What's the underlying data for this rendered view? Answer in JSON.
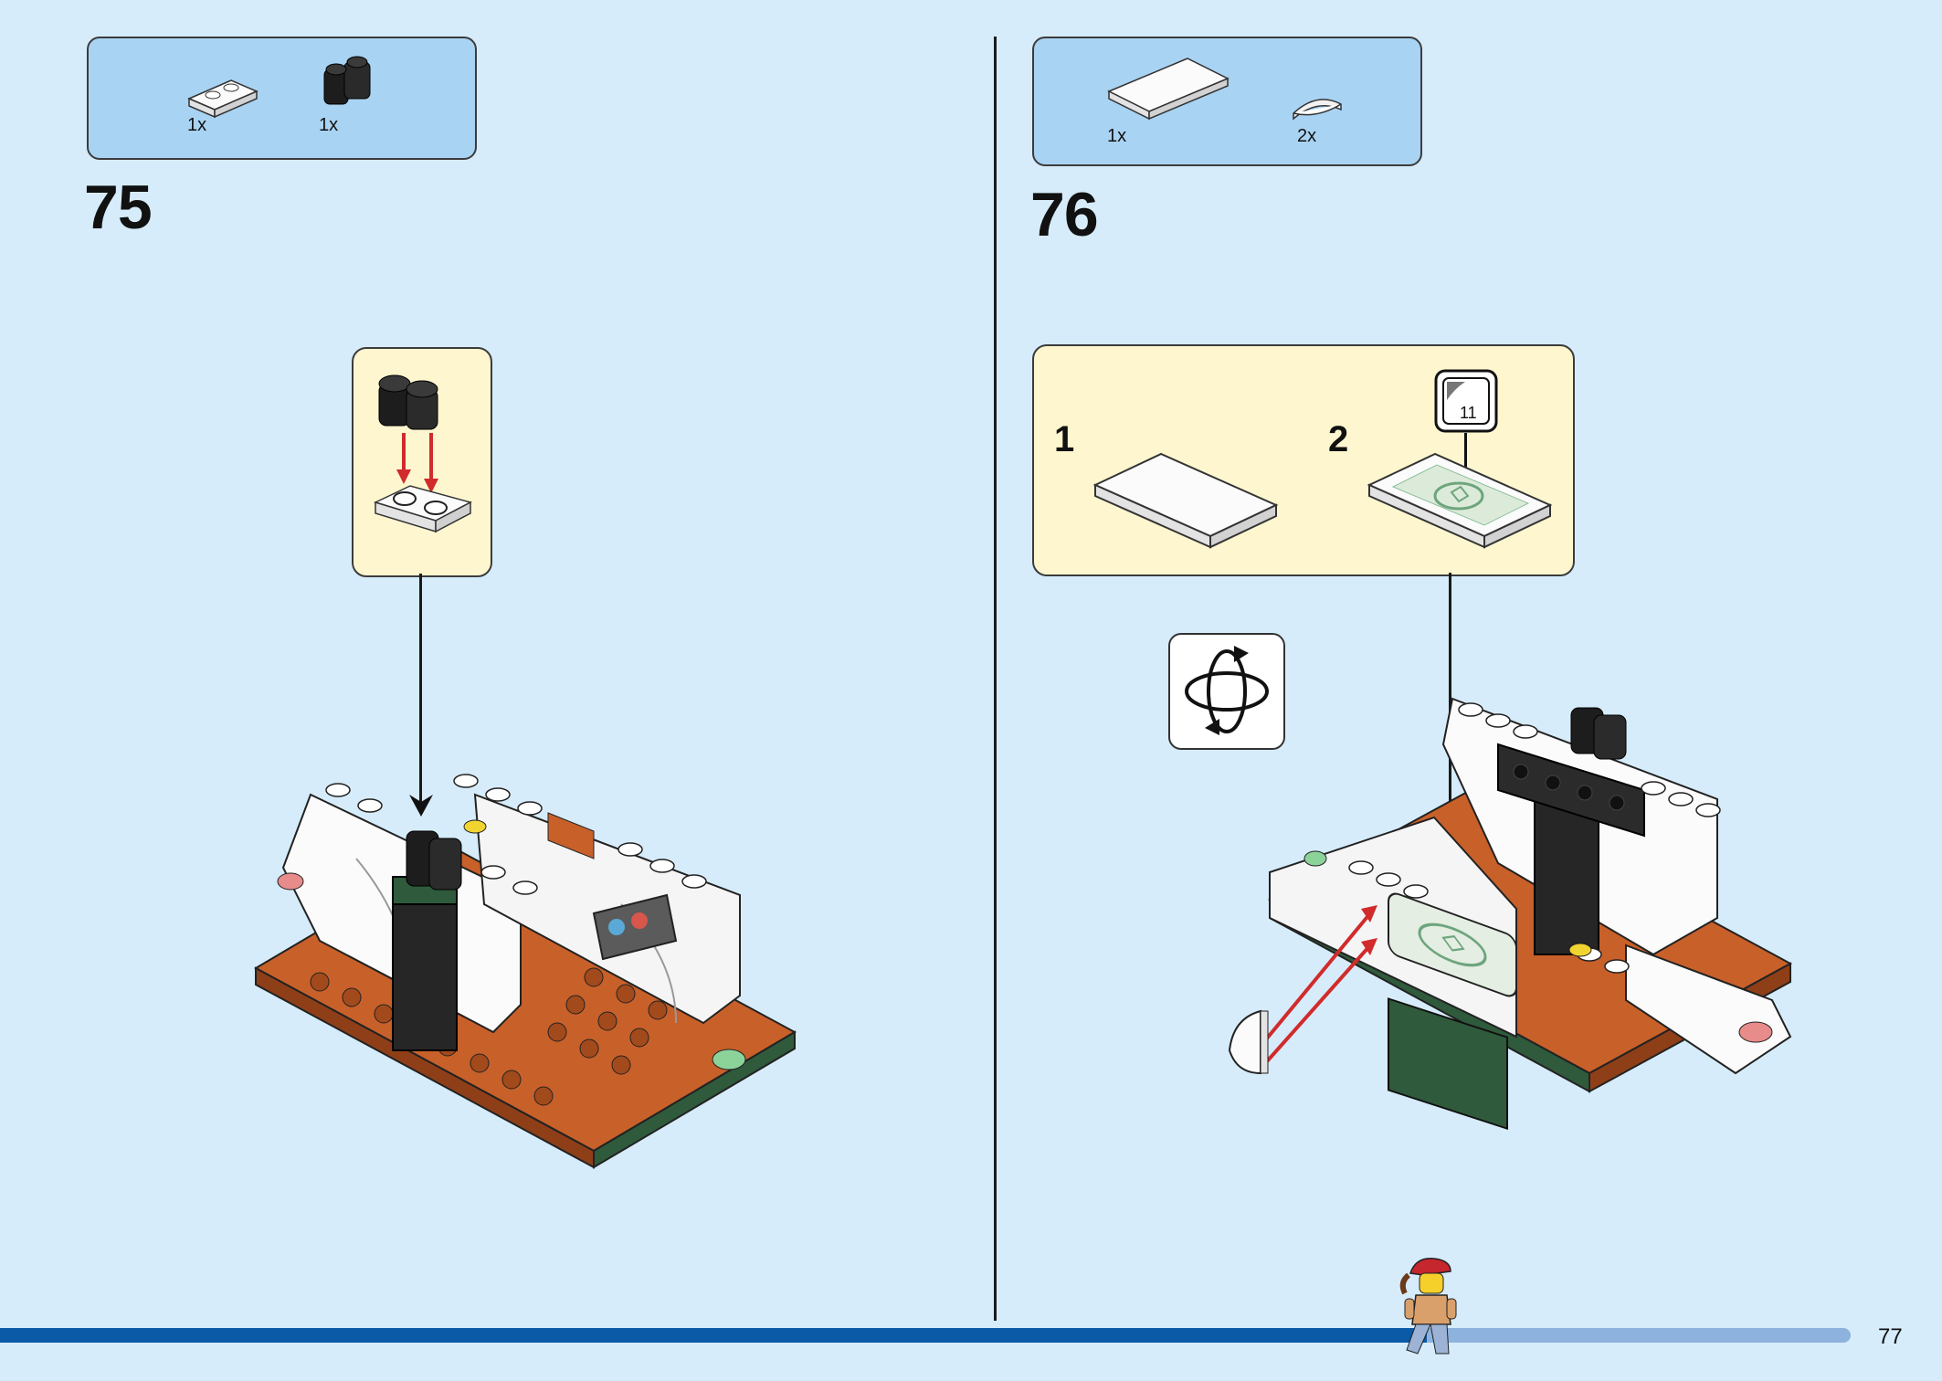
{
  "page_number": "77",
  "steps": [
    {
      "number": "75",
      "parts": [
        {
          "icon": "white-plate-1x2-icon",
          "qty": "1x"
        },
        {
          "icon": "black-brick-1x2-icon",
          "qty": "1x"
        }
      ]
    },
    {
      "number": "76",
      "parts": [
        {
          "icon": "white-tile-2x4-icon",
          "qty": "1x"
        },
        {
          "icon": "white-round-tile-icon",
          "qty": "2x"
        }
      ],
      "substeps": [
        {
          "number": "1"
        },
        {
          "number": "2",
          "sticker": "11"
        }
      ]
    }
  ],
  "colors": {
    "background": "#d6ecfb",
    "parts_box": "#a9d3f3",
    "callout": "#fdf6cf",
    "progress_fill": "#0a5aa8",
    "progress_track": "#8eb2de",
    "orange": "#c8602a",
    "dark_green": "#2f5a3c"
  }
}
